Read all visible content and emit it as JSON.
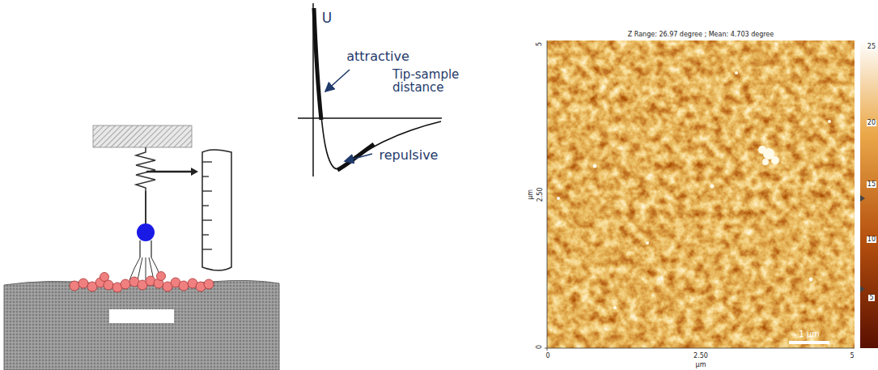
{
  "diagram": {
    "labels": [
      "U",
      "attractive",
      "Tip-sample distance",
      "repulsive",
      "Z Range: 26.97 degree ; Mean: 4.703 degree",
      "5",
      "µm",
      "2.50",
      "0",
      "0",
      "2.50",
      "5",
      "µm",
      "1 µm",
      "25",
      "20",
      "15",
      "10",
      "5"
    ]
  }
}
